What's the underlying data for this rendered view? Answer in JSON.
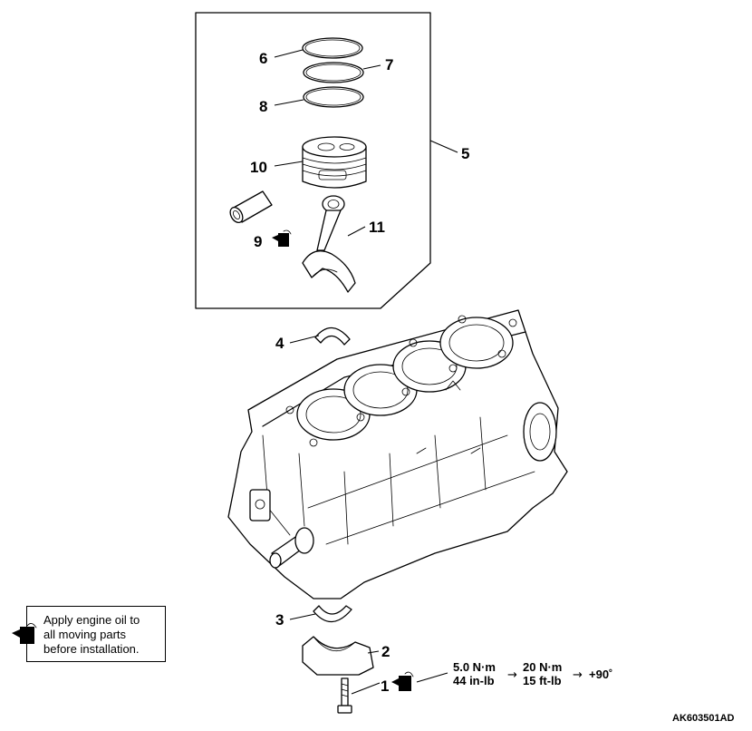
{
  "callouts": {
    "c1": "1",
    "c2": "2",
    "c3": "3",
    "c4": "4",
    "c5": "5",
    "c6": "6",
    "c7": "7",
    "c8": "8",
    "c9": "9",
    "c10": "10",
    "c11": "11"
  },
  "torque": {
    "step1_nm": "5.0 N·m",
    "step1_inlb": "44 in-lb",
    "arrow1": "→",
    "step2_nm": "20 N·m",
    "step2_ftlb": "15 ft-lb",
    "arrow2": "→",
    "step3": "+90˚"
  },
  "legend": {
    "icon": "oil-can-icon",
    "line1": "Apply engine oil to",
    "line2": "all moving parts",
    "line3": "before installation."
  },
  "document_id": "AK603501AD"
}
